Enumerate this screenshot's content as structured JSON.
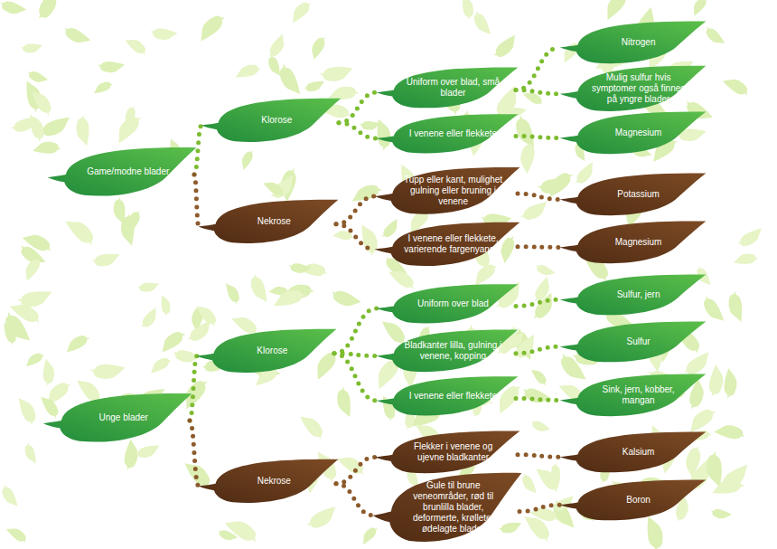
{
  "diagram": {
    "nodes": [
      {
        "text": [
          "Game/modne blader"
        ]
      },
      {
        "text": [
          "Klorose"
        ]
      },
      {
        "text": [
          "Nekrose"
        ]
      },
      {
        "text": [
          "Uniform over blad, små blader"
        ]
      },
      {
        "text": [
          "I venene eller flekkete"
        ]
      },
      {
        "text": [
          "Tupp eller kant, mulighet gulning eller bruning i venene"
        ]
      },
      {
        "text": [
          "I venene eller flekkete, varierende fargenyanser"
        ]
      },
      {
        "text": [
          "Nitrogen"
        ]
      },
      {
        "text": [
          "Mulig sulfur hvis symptomer også finnes på yngre blader"
        ]
      },
      {
        "text": [
          "Magnesium"
        ]
      },
      {
        "text": [
          "Potassium"
        ]
      },
      {
        "text": [
          "Magnesium"
        ]
      },
      {
        "text": [
          "Unge blader"
        ]
      },
      {
        "text": [
          "Klorose"
        ]
      },
      {
        "text": [
          "Nekrose"
        ]
      },
      {
        "text": [
          "Uniform over blad"
        ]
      },
      {
        "text": [
          "Bladkanter lilla, gulning i venene, kopping"
        ]
      },
      {
        "text": [
          "I venene eller flekkete"
        ]
      },
      {
        "text": [
          "Flekker i venene og ujevne bladkanter"
        ]
      },
      {
        "text": [
          "Gule til brune veneområder, rød til brunlilla blader, deformerte, krøllete, ødelagte blader"
        ]
      },
      {
        "text": [
          "Sulfur, jern"
        ]
      },
      {
        "text": [
          "Sulfur"
        ]
      },
      {
        "text": [
          "Sink, jern, kobber, mangan"
        ]
      },
      {
        "text": [
          "Kalsium"
        ]
      },
      {
        "text": [
          "Boron"
        ]
      }
    ],
    "edges": [
      {
        "from": 0,
        "to": 1,
        "arrow": "none"
      },
      {
        "from": 0,
        "to": 2,
        "arrow": "none"
      },
      {
        "from": 1,
        "to": 3,
        "arrow": "none"
      },
      {
        "from": 1,
        "to": 4,
        "arrow": "none"
      },
      {
        "from": 2,
        "to": 5,
        "arrow": "none"
      },
      {
        "from": 2,
        "to": 6,
        "arrow": "none"
      },
      {
        "from": 3,
        "to": 7,
        "arrow": "none"
      },
      {
        "from": 3,
        "to": 8,
        "arrow": "none"
      },
      {
        "from": 4,
        "to": 9,
        "arrow": "none"
      },
      {
        "from": 5,
        "to": 10,
        "arrow": "none"
      },
      {
        "from": 6,
        "to": 11,
        "arrow": "none"
      },
      {
        "from": 12,
        "to": 13,
        "arrow": "none"
      },
      {
        "from": 12,
        "to": 14,
        "arrow": "none"
      },
      {
        "from": 13,
        "to": 15,
        "arrow": "none"
      },
      {
        "from": 13,
        "to": 16,
        "arrow": "none"
      },
      {
        "from": 13,
        "to": 17,
        "arrow": "none"
      },
      {
        "from": 14,
        "to": 18,
        "arrow": "none"
      },
      {
        "from": 14,
        "to": 19,
        "arrow": "none"
      },
      {
        "from": 15,
        "to": 20,
        "arrow": "none"
      },
      {
        "from": 16,
        "to": 21,
        "arrow": "none"
      },
      {
        "from": 17,
        "to": 22,
        "arrow": "none"
      },
      {
        "from": 18,
        "to": 23,
        "arrow": "none"
      },
      {
        "from": 19,
        "to": 24,
        "arrow": "none"
      }
    ]
  }
}
